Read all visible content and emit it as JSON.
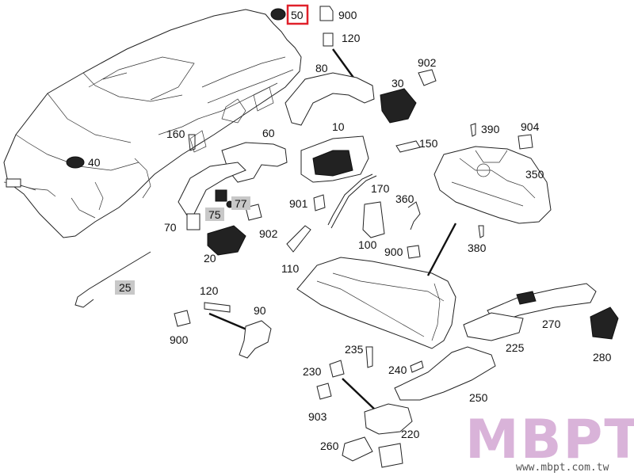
{
  "callouts": {
    "p50": "50",
    "p900a": "900",
    "p120a": "120",
    "p80": "80",
    "p902a": "902",
    "p30": "30",
    "p160": "160",
    "p60": "60",
    "p10": "10",
    "p390": "390",
    "p904": "904",
    "p150": "150",
    "p40": "40",
    "p350": "350",
    "p170": "170",
    "p360": "360",
    "p901": "901",
    "p77": "77",
    "p75": "75",
    "p70": "70",
    "p902b": "902",
    "p20": "20",
    "p100": "100",
    "p900b": "900",
    "p380": "380",
    "p110": "110",
    "p25": "25",
    "p120b": "120",
    "p90": "90",
    "p900c": "900",
    "p235": "235",
    "p270": "270",
    "p225": "225",
    "p280": "280",
    "p230": "230",
    "p240": "240",
    "p250": "250",
    "p903": "903",
    "p220": "220",
    "p260": "260"
  },
  "watermark": {
    "brand": "MBPT",
    "url": "www.mbpt.com.tw"
  },
  "colors": {
    "highlight_box": "#e0202a",
    "gray_label_bg": "#c8c8c8",
    "watermark": "#d9b3d9"
  }
}
